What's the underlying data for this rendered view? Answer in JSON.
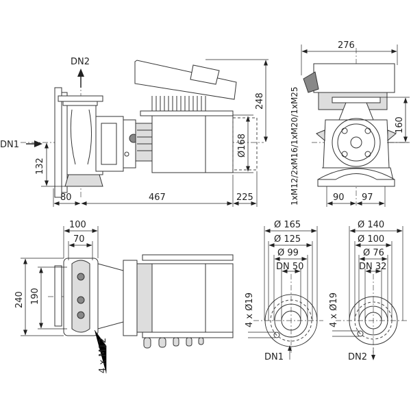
{
  "side_view": {
    "outlet_label": "DN2",
    "inlet_label": "DN1",
    "dim_height_total": "248",
    "dim_motor_diameter": "Ø168",
    "dim_axis_height": "132",
    "dim_flange_offset": "80",
    "dim_length": "467",
    "dim_removal_clearance": "225"
  },
  "front_view": {
    "cable_glands": "1xM12/2xM16/1xM20/1xM25",
    "dim_width": "276",
    "dim_axis_to_outlet": "160",
    "dim_foot_left": "90",
    "dim_foot_right": "97"
  },
  "top_view": {
    "dim_foot_outer_width": "100",
    "dim_foot_inner_width": "70",
    "dim_foot_outer_length": "240",
    "dim_foot_inner_length": "190",
    "foot_bolts": "4 x M12"
  },
  "flange_dn1": {
    "label": "DN1",
    "outer_diameter": "Ø 165",
    "bolt_circle": "Ø 125",
    "seal_diameter": "Ø 99",
    "nominal": "DN 50",
    "bolt_holes": "4 x Ø19"
  },
  "flange_dn2": {
    "label": "DN2",
    "outer_diameter": "Ø 140",
    "bolt_circle": "Ø 100",
    "seal_diameter": "Ø 76",
    "nominal": "DN 32",
    "bolt_holes": "4 x Ø19"
  }
}
